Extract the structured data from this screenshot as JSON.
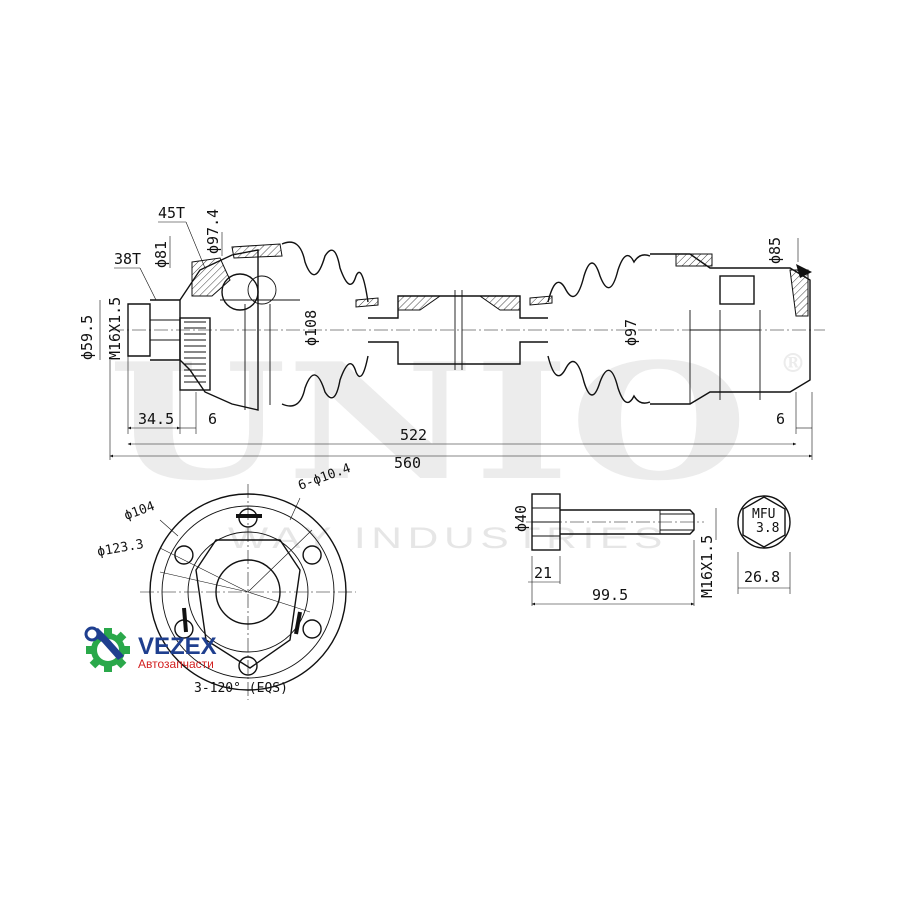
{
  "watermark": {
    "brand": "UNIO",
    "registered": "®",
    "tagline": "WAY INDUSTRIES"
  },
  "logo": {
    "name": "VEZEX",
    "subtitle": "Автозапчасти",
    "gear_color": "#2aa84a",
    "wrench_color": "#1f3f8f",
    "name_color": "#1f3f8f",
    "subtitle_color": "#d21f1f"
  },
  "shaft_dims": {
    "teeth_outer": "45T",
    "teeth_inner": "38T",
    "dia_81": "ϕ81",
    "dia_97_4": "ϕ97.4",
    "dia_59_5": "ϕ59.5",
    "thread_left": "M16X1.5",
    "dia_108": "ϕ108",
    "dia_97": "ϕ97",
    "dia_85": "ϕ85",
    "len_34_5": "34.5",
    "len_6_left": "6",
    "len_6_right": "6",
    "len_522": "522",
    "len_560": "560"
  },
  "flange_dims": {
    "dia_104": "ϕ104",
    "holes": "6-ϕ10.4",
    "dia_123_3": "ϕ123.3",
    "angle": "3-120° (EQS)"
  },
  "bolt_dims": {
    "dia_40": "ϕ40",
    "head_21": "21",
    "length_99_5": "99.5",
    "thread": "M16X1.5",
    "across_flats": "26.8",
    "mark_top": "MFU",
    "mark_bottom": "3.8"
  }
}
